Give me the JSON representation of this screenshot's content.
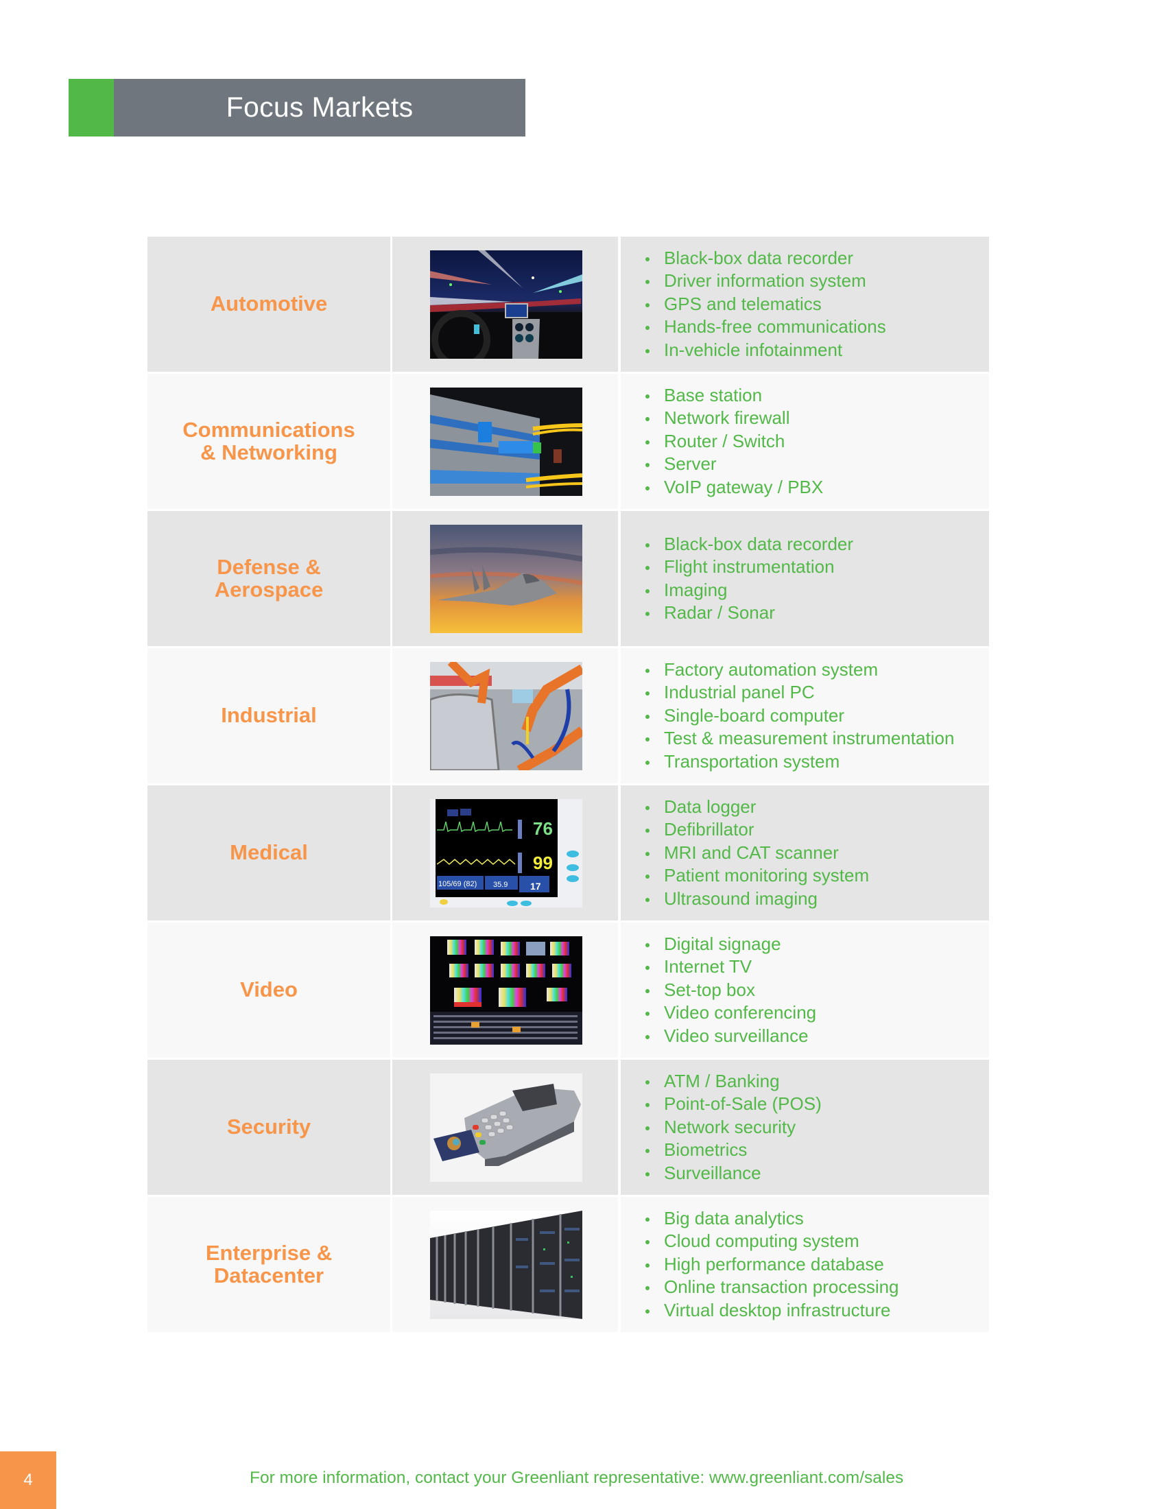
{
  "header": {
    "title": "Focus Markets",
    "colors": {
      "accent": "#52b848",
      "bar": "#6f767d"
    }
  },
  "markets": [
    {
      "name": "Automotive",
      "image": "night-driving-dashboard-photo",
      "applications": [
        "Black-box data recorder",
        "Driver information system",
        "GPS and telematics",
        "Hands-free communications",
        "In-vehicle infotainment"
      ]
    },
    {
      "name": "Communications\n& Networking",
      "image": "fiber-optic-network-switch-photo",
      "applications": [
        "Base station",
        "Network firewall",
        "Router / Switch",
        "Server",
        "VoIP gateway / PBX"
      ]
    },
    {
      "name": "Defense &\nAerospace",
      "image": "fighter-jet-sunset-photo",
      "applications": [
        "Black-box data recorder",
        "Flight instrumentation",
        "Imaging",
        "Radar / Sonar"
      ]
    },
    {
      "name": "Industrial",
      "image": "robotic-assembly-line-photo",
      "applications": [
        "Factory automation system",
        "Industrial panel PC",
        "Single-board computer",
        "Test & measurement instrumentation",
        "Transportation system"
      ]
    },
    {
      "name": "Medical",
      "image": "patient-monitor-photo",
      "monitor_readouts": {
        "hr": "76",
        "spo2": "99",
        "bp": "105/69",
        "map": "(82)",
        "temp": "35.9",
        "resp": "17"
      },
      "applications": [
        "Data logger",
        "Defibrillator",
        "MRI and CAT scanner",
        "Patient monitoring system",
        "Ultrasound imaging"
      ]
    },
    {
      "name": "Video",
      "image": "broadcast-control-room-photo",
      "applications": [
        "Digital signage",
        "Internet TV",
        "Set-top box",
        "Video conferencing",
        "Video surveillance"
      ]
    },
    {
      "name": "Security",
      "image": "card-payment-terminal-photo",
      "applications": [
        "ATM / Banking",
        "Point-of-Sale (POS)",
        "Network security",
        "Biometrics",
        "Surveillance"
      ]
    },
    {
      "name": "Enterprise &\nDatacenter",
      "image": "server-racks-photo",
      "applications": [
        "Big data analytics",
        "Cloud computing system",
        "High performance database",
        "Online transaction processing",
        "Virtual desktop infrastructure"
      ]
    }
  ],
  "footer": {
    "page_number": "4",
    "contact_text": "For more information, contact your Greenliant representative: www.greenliant.com/sales"
  },
  "colors": {
    "label_orange": "#f7964a",
    "list_green": "#52b848",
    "row_shade": "#e5e5e5",
    "row_light": "#f8f8f8"
  }
}
